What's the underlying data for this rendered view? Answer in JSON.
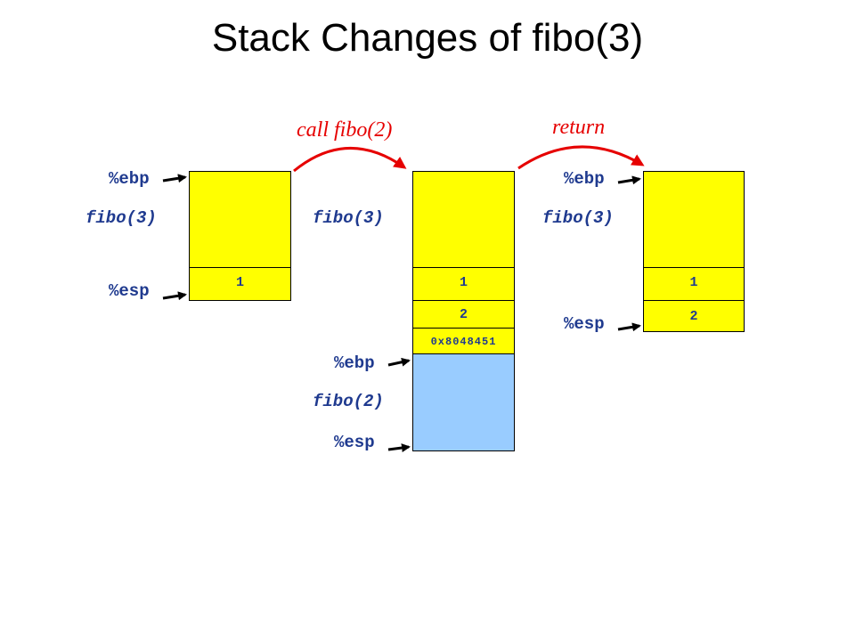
{
  "title": "Stack Changes of fibo(3)",
  "captions": {
    "call": "call fibo(2)",
    "return": "return"
  },
  "registers": {
    "ebp": "%ebp",
    "esp": "%esp"
  },
  "frames": {
    "fibo3": "fibo(3)",
    "fibo2": "fibo(2)"
  },
  "stages": [
    {
      "cells": [
        "1"
      ]
    },
    {
      "cells": [
        "1",
        "2",
        "0x8048451"
      ]
    },
    {
      "cells": [
        "1",
        "2"
      ]
    }
  ],
  "colors": {
    "frame_fibo3": "#ffff00",
    "frame_fibo2": "#99ccff",
    "arrow_curve": "#e60000",
    "label_text": "#1f3a8f"
  }
}
